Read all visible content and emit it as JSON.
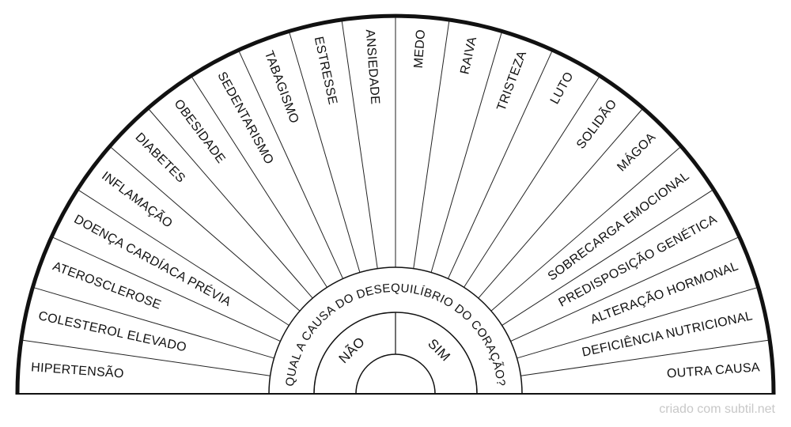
{
  "question": "QUAL A CAUSA DO DESEQUILÍBRIO DO CORAÇÃO?",
  "answers": [
    "NÃO",
    "SIM"
  ],
  "sectors": [
    "HIPERTENSÃO",
    "COLESTEROL ELEVADO",
    "ATEROSCLEROSE",
    "DOENÇA CARDÍACA PRÉVIA",
    "INFLAMAÇÃO",
    "DIABETES",
    "OBESIDADE",
    "SEDENTARISMO",
    "TABAGISMO",
    "ESTRESSE",
    "ANSIEDADE",
    "MEDO",
    "RAIVA",
    "TRISTEZA",
    "LUTO",
    "SOLIDÃO",
    "MÁGOA",
    "SOBRECARGA EMOCIONAL",
    "PREDISPOSIÇÃO GENÉTICA",
    "ALTERAÇÃO HORMONAL",
    "DEFICIÊNCIA NUTRICIONAL",
    "OUTRA CAUSA"
  ],
  "credit": "criado com subtil.net"
}
